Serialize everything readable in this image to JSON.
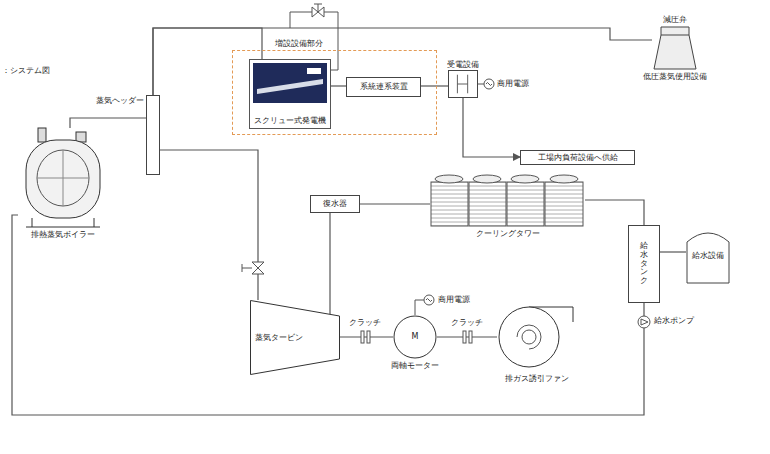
{
  "diagram": {
    "nodes": [
      {
        "text": [
          "増設設備部分"
        ]
      },
      {
        "text": [
          "スクリュー式発電機"
        ],
        "in": 0
      },
      {
        "text": [
          "系統連系装置"
        ],
        "in": 0
      },
      {
        "text": [
          "受電設備"
        ]
      },
      {
        "text": [
          "工場内負荷設備へ供給"
        ]
      },
      {
        "text": [
          "蒸気ヘッダー"
        ]
      },
      {
        "text": [
          "排熱蒸気ボイラー"
        ]
      },
      {
        "text": [
          "復水器"
        ]
      },
      {
        "text": [
          "クーリングタワー"
        ]
      },
      {
        "text": [
          "給水タンク"
        ]
      },
      {
        "text": [
          "給水設備"
        ]
      },
      {
        "text": [
          "蒸気タービン"
        ]
      },
      {
        "text": [
          "M",
          "両軸モーター"
        ]
      },
      {
        "text": [
          "排ガス誘引ファン"
        ]
      },
      {
        "text": [
          "減圧弁",
          "低圧蒸気使用設備"
        ]
      }
    ],
    "edges": [
      {
        "from": 1,
        "to": 2,
        "arrow": "none"
      },
      {
        "from": 2,
        "to": 3,
        "arrow": "none"
      },
      {
        "from": 3,
        "to": 4,
        "arrow": "to"
      },
      {
        "from": 6,
        "to": 5,
        "arrow": "none"
      },
      {
        "from": 5,
        "to": 1,
        "arrow": "none"
      },
      {
        "from": 5,
        "to": 14,
        "arrow": "none"
      },
      {
        "from": 5,
        "to": 11,
        "arrow": "none"
      },
      {
        "from": 11,
        "to": 7,
        "arrow": "none"
      },
      {
        "from": 7,
        "to": 8,
        "arrow": "none"
      },
      {
        "from": 8,
        "to": 9,
        "arrow": "none"
      },
      {
        "from": 10,
        "to": 9,
        "arrow": "none"
      },
      {
        "from": 9,
        "to": 6,
        "arrow": "none"
      },
      {
        "from": 11,
        "to": 12,
        "arrow": "none"
      },
      {
        "from": 12,
        "to": 13,
        "arrow": "none"
      }
    ],
    "labels": [
      "：システム図",
      "クラッチ",
      "クラッチ",
      "商用電源",
      "商用電源",
      "給水ポンプ"
    ]
  }
}
